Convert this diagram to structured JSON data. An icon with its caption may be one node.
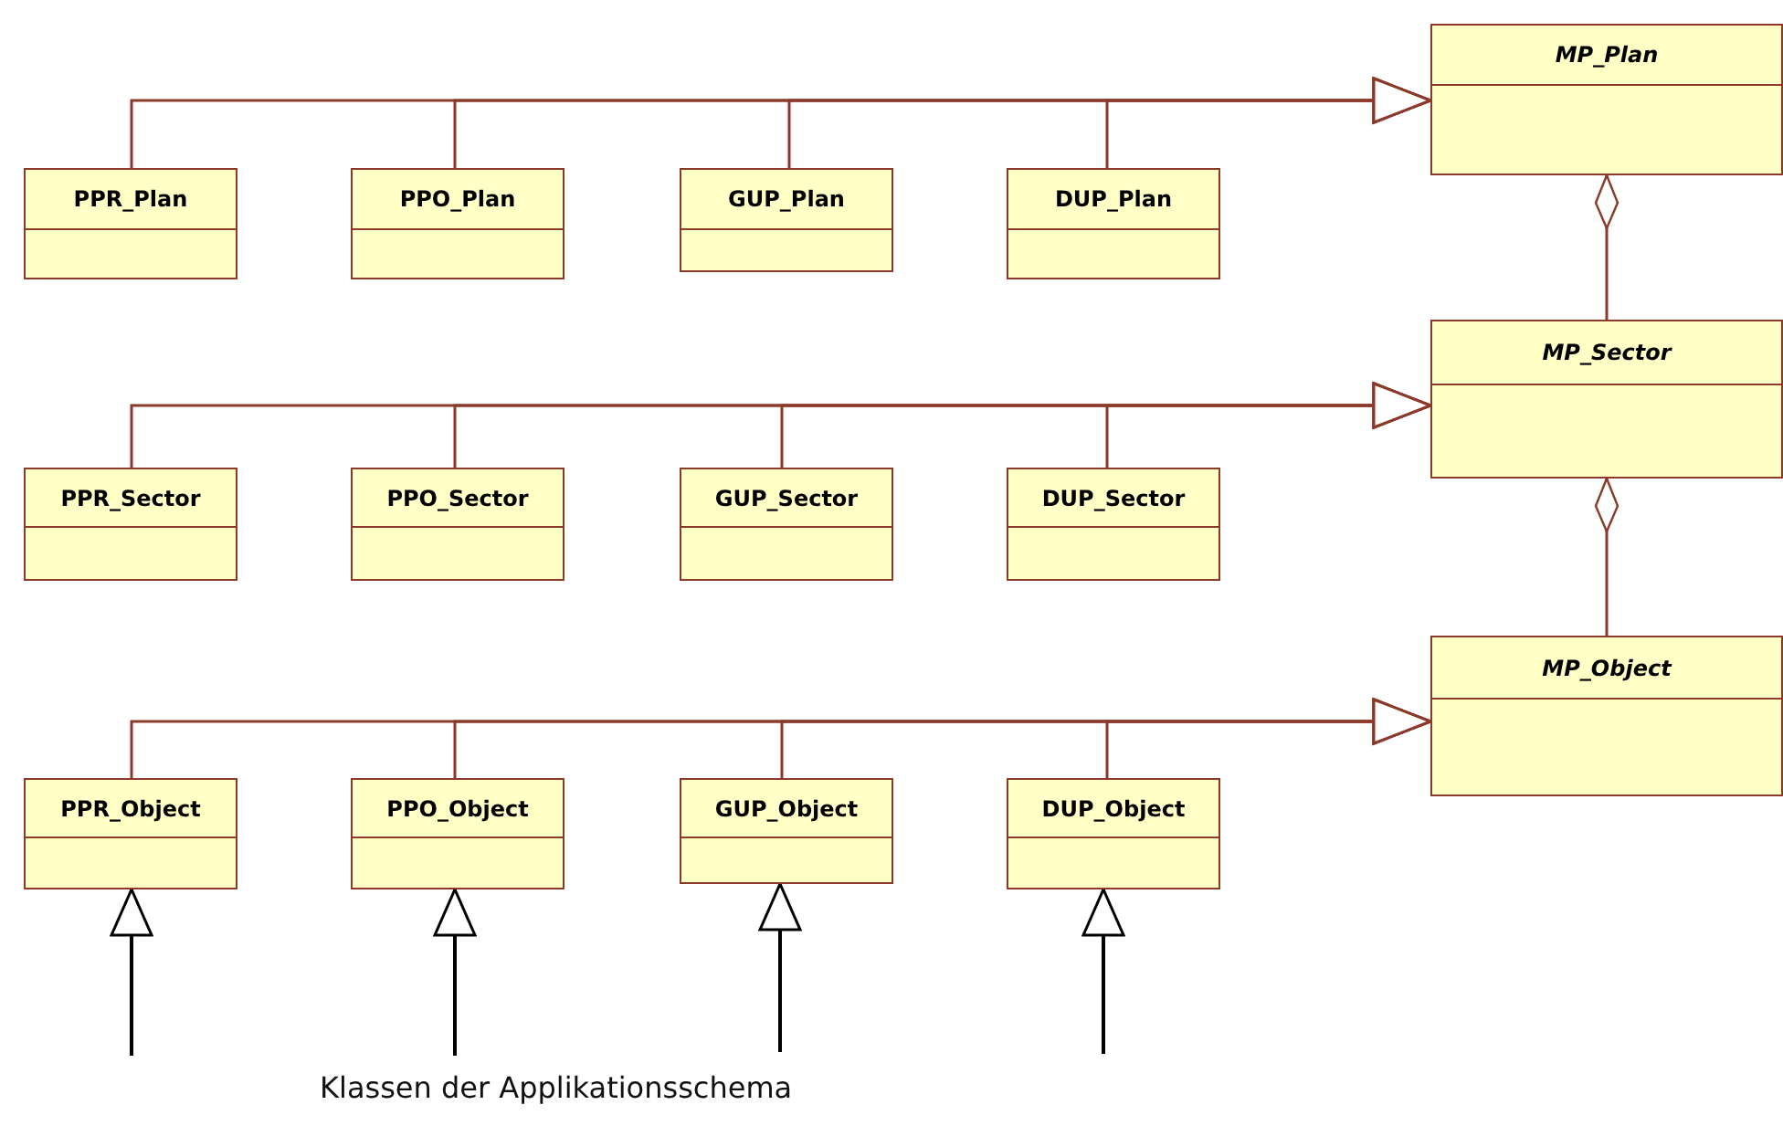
{
  "diagram": {
    "nodes": [
      {
        "text": [
          "PPR_Plan"
        ]
      },
      {
        "text": [
          "PPO_Plan"
        ]
      },
      {
        "text": [
          "GUP_Plan"
        ]
      },
      {
        "text": [
          "DUP_Plan"
        ]
      },
      {
        "text": [
          "MP_Plan"
        ]
      },
      {
        "text": [
          "PPR_Sector"
        ]
      },
      {
        "text": [
          "PPO_Sector"
        ]
      },
      {
        "text": [
          "GUP_Sector"
        ]
      },
      {
        "text": [
          "DUP_Sector"
        ]
      },
      {
        "text": [
          "MP_Sector"
        ]
      },
      {
        "text": [
          "PPR_Object"
        ]
      },
      {
        "text": [
          "PPO_Object"
        ]
      },
      {
        "text": [
          "GUP_Object"
        ]
      },
      {
        "text": [
          "DUP_Object"
        ]
      },
      {
        "text": [
          "MP_Object"
        ]
      }
    ],
    "edges": [
      {
        "from": 0,
        "to": 4,
        "arrow": "to"
      },
      {
        "from": 1,
        "to": 4,
        "arrow": "to"
      },
      {
        "from": 2,
        "to": 4,
        "arrow": "to"
      },
      {
        "from": 3,
        "to": 4,
        "arrow": "to"
      },
      {
        "from": 5,
        "to": 9,
        "arrow": "to"
      },
      {
        "from": 6,
        "to": 9,
        "arrow": "to"
      },
      {
        "from": 7,
        "to": 9,
        "arrow": "to"
      },
      {
        "from": 8,
        "to": 9,
        "arrow": "to"
      },
      {
        "from": 10,
        "to": 14,
        "arrow": "to"
      },
      {
        "from": 11,
        "to": 14,
        "arrow": "to"
      },
      {
        "from": 12,
        "to": 14,
        "arrow": "to"
      },
      {
        "from": 13,
        "to": 14,
        "arrow": "to"
      },
      {
        "from": 9,
        "to": 4,
        "arrow": "other"
      },
      {
        "from": 14,
        "to": 9,
        "arrow": "other"
      },
      {
        "from": null,
        "to": 10,
        "arrow": "to",
        "color": "#000000"
      },
      {
        "from": null,
        "to": 11,
        "arrow": "to",
        "color": "#000000"
      },
      {
        "from": null,
        "to": 12,
        "arrow": "to",
        "color": "#000000"
      },
      {
        "from": null,
        "to": 13,
        "arrow": "to",
        "color": "#000000"
      }
    ],
    "labels": [
      "Klassen der Applikationsschema"
    ]
  }
}
